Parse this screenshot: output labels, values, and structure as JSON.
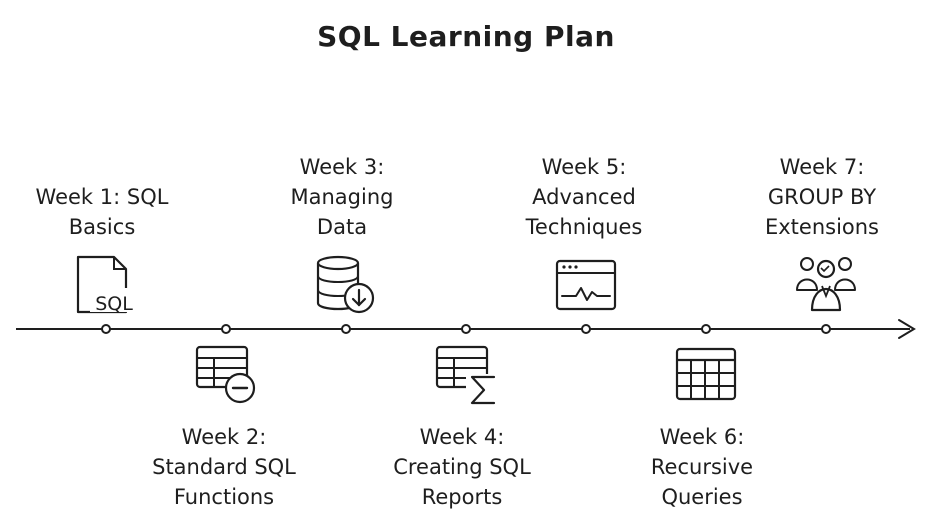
{
  "title": "SQL Learning Plan",
  "weeks": [
    {
      "lines": [
        "Week 1: SQL",
        "Basics"
      ],
      "icon": "sql-file-icon",
      "icon_text": "SQL"
    },
    {
      "lines": [
        "Week 2:",
        "Standard SQL",
        "Functions"
      ],
      "icon": "table-minus-icon"
    },
    {
      "lines": [
        "Week 3:",
        "Managing",
        "Data"
      ],
      "icon": "database-download-icon"
    },
    {
      "lines": [
        "Week 4:",
        "Creating SQL",
        "Reports"
      ],
      "icon": "table-sum-icon"
    },
    {
      "lines": [
        "Week 5:",
        "Advanced",
        "Techniques"
      ],
      "icon": "monitor-chart-icon"
    },
    {
      "lines": [
        "Week 6:",
        "Recursive",
        "Queries"
      ],
      "icon": "grid-table-icon"
    },
    {
      "lines": [
        "Week 7:",
        "GROUP BY",
        "Extensions"
      ],
      "icon": "group-users-icon"
    }
  ]
}
